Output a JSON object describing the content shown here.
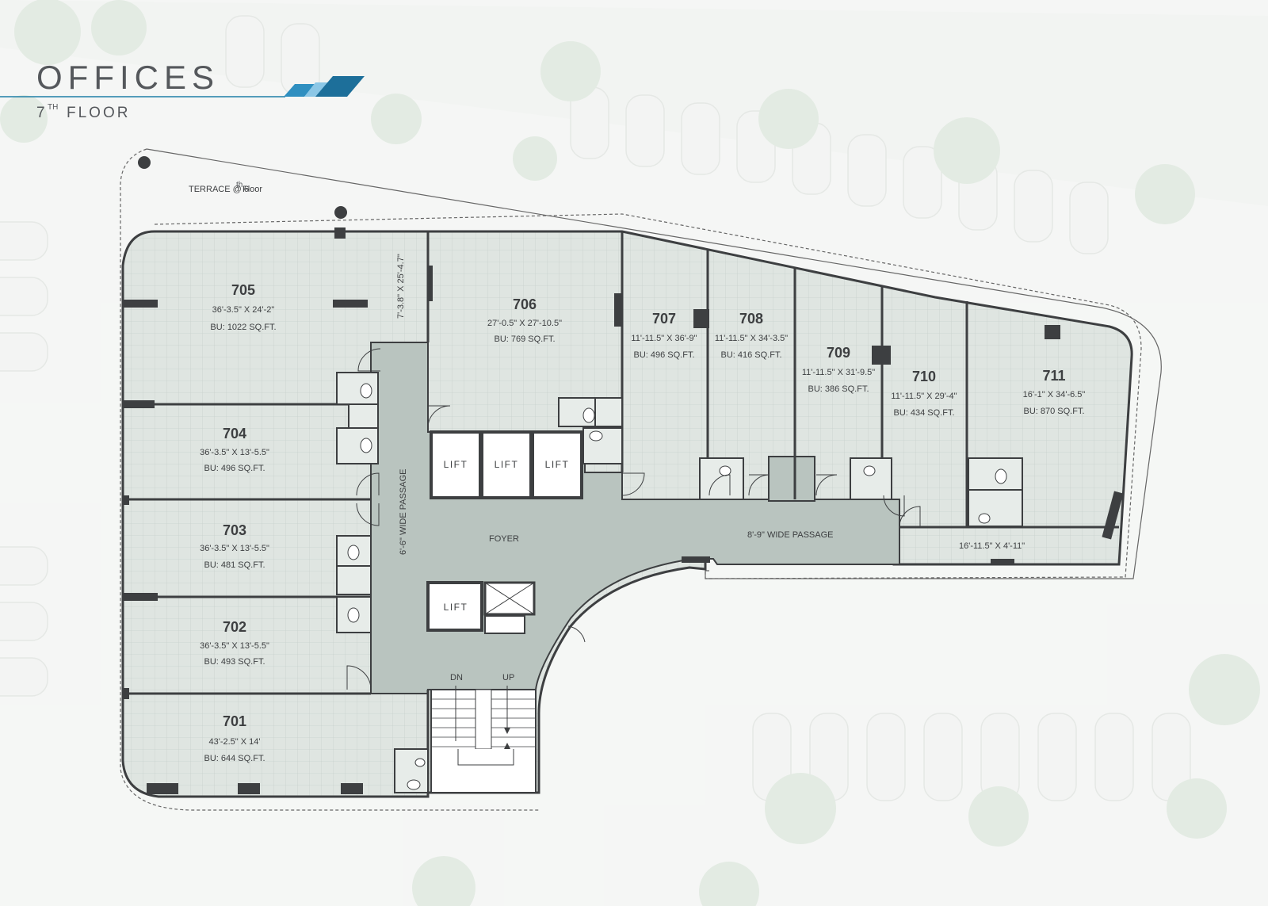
{
  "title": {
    "main": "OFFICES",
    "floor_num": "7",
    "floor_sup": "TH",
    "floor_word": "FLOOR"
  },
  "labels": {
    "terrace": "TERRACE @ 6",
    "terrace_sup": "th",
    "terrace_tail": " Floor",
    "foyer": "FOYER",
    "passage_v": "6'-6\" WIDE PASSAGE",
    "passage_h": "8'-9\" WIDE PASSAGE",
    "dim_extra": "16'-11.5\" X 4'-11\"",
    "dim_vert": "7'-3.8\" X 25'-4.7\"",
    "lift": "LIFT",
    "dn": "DN",
    "up": "UP"
  },
  "units": [
    {
      "id": "705",
      "dim": "36'-3.5\" X 24'-2\"",
      "area": "BU: 1022 SQ.FT."
    },
    {
      "id": "704",
      "dim": "36'-3.5\" X 13'-5.5\"",
      "area": "BU: 496 SQ.FT."
    },
    {
      "id": "703",
      "dim": "36'-3.5\" X 13'-5.5\"",
      "area": "BU: 481 SQ.FT."
    },
    {
      "id": "702",
      "dim": "36'-3.5\" X 13'-5.5\"",
      "area": "BU: 493 SQ.FT."
    },
    {
      "id": "701",
      "dim": "43'-2.5\" X 14'",
      "area": "BU: 644 SQ.FT."
    },
    {
      "id": "706",
      "dim": "27'-0.5\" X 27'-10.5\"",
      "area": "BU: 769 SQ.FT."
    },
    {
      "id": "707",
      "dim": "11'-11.5\" X 36'-9\"",
      "area": "BU: 496 SQ.FT."
    },
    {
      "id": "708",
      "dim": "11'-11.5\" X 34'-3.5\"",
      "area": "BU: 416 SQ.FT."
    },
    {
      "id": "709",
      "dim": "11'-11.5\" X 31'-9.5\"",
      "area": "BU: 386 SQ.FT."
    },
    {
      "id": "710",
      "dim": "11'-11.5\" X 29'-4\"",
      "area": "BU: 434 SQ.FT."
    },
    {
      "id": "711",
      "dim": "16'-1\" X 34'-6.5\"",
      "area": "BU: 870 SQ.FT."
    }
  ],
  "colors": {
    "floor": "#dfe5e1",
    "common": "#b9c4bf",
    "wall": "#3d3f41",
    "accent": "#1f7fa6"
  }
}
